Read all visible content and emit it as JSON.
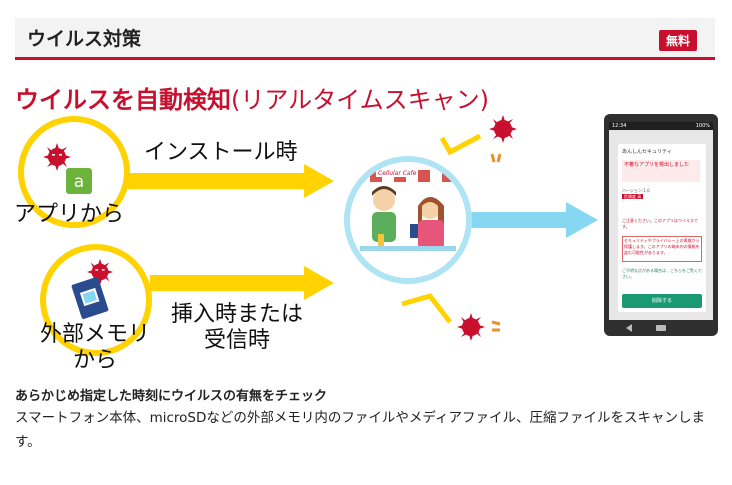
{
  "header": {
    "title": "ウイルス対策",
    "badge": "無料"
  },
  "subtitle": {
    "main": "ウイルスを自動検知",
    "paren": "(リアルタイムスキャン)"
  },
  "flow": {
    "app_label": "アプリから",
    "install_label": "インストール時",
    "external_label_1": "外部メモリ",
    "external_label_2": "から",
    "insert_label_1": "挿入時または",
    "insert_label_2": "受信時",
    "cafe_sign": "Cellular Cafe"
  },
  "phone": {
    "status_time": "12:34",
    "status_battery": "100%",
    "app_name": "あんしんセキュリティ",
    "warning": "不審なアプリを検出しました",
    "app_version": "バージョン:1.0",
    "app_tag": "危険度 高",
    "note": "ご注意ください。このアプリはウイルスです。",
    "box_text": "セキュリティやプライバシー上の脅威から保護します。このアプリの端末内の情報を盗む可能性があります。",
    "link_text": "ご不明な点がある場合は、こちらをご覧ください。",
    "delete_button": "削除する"
  },
  "description": {
    "title": "あらかじめ指定した時刻にウイルスの有無をチェック",
    "body": "スマートフォン本体、microSDなどの外部メモリ内のファイルやメディアファイル、圧縮ファイルをスキャンします。"
  },
  "colors": {
    "accent": "#c8102e",
    "yellow": "#ffd200",
    "blue": "#86d8f2",
    "green_button": "#1a9a72"
  }
}
